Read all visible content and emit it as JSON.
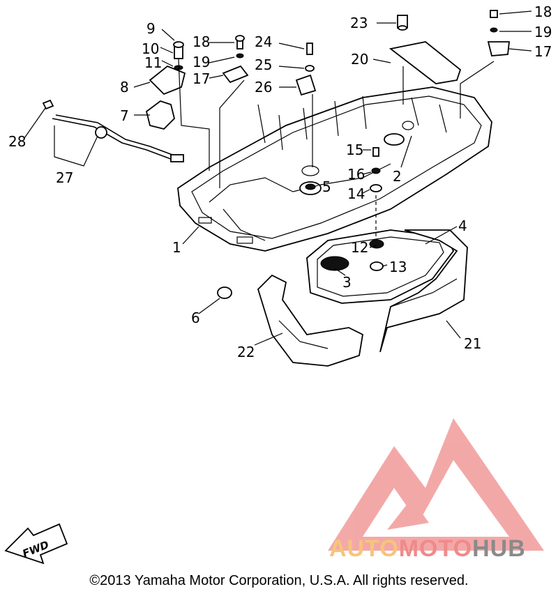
{
  "callouts": {
    "c1": "1",
    "c2": "2",
    "c3": "3",
    "c4": "4",
    "c5": "5",
    "c6": "6",
    "c7": "7",
    "c8": "8",
    "c9": "9",
    "c10": "10",
    "c11": "11",
    "c12": "12",
    "c13": "13",
    "c14": "14",
    "c15": "15",
    "c16": "16",
    "c17a": "17",
    "c17b": "17",
    "c18a": "18",
    "c18b": "18",
    "c19a": "19",
    "c19b": "19",
    "c20": "20",
    "c21": "21",
    "c22": "22",
    "c23": "23",
    "c24": "24",
    "c25": "25",
    "c26": "26",
    "c27": "27",
    "c28": "28"
  },
  "fwd_label": "FWD",
  "watermark": {
    "part1": "AUTO",
    "part2": "MOTO",
    "part3": "HUB",
    "colors": {
      "auto": "#f6c57a",
      "moto": "#f08a8a",
      "hub": "#8a8a8a",
      "mark": "#f29a9a"
    }
  },
  "copyright": "©2013 Yamaha Motor Corporation, U.S.A. All rights reserved."
}
